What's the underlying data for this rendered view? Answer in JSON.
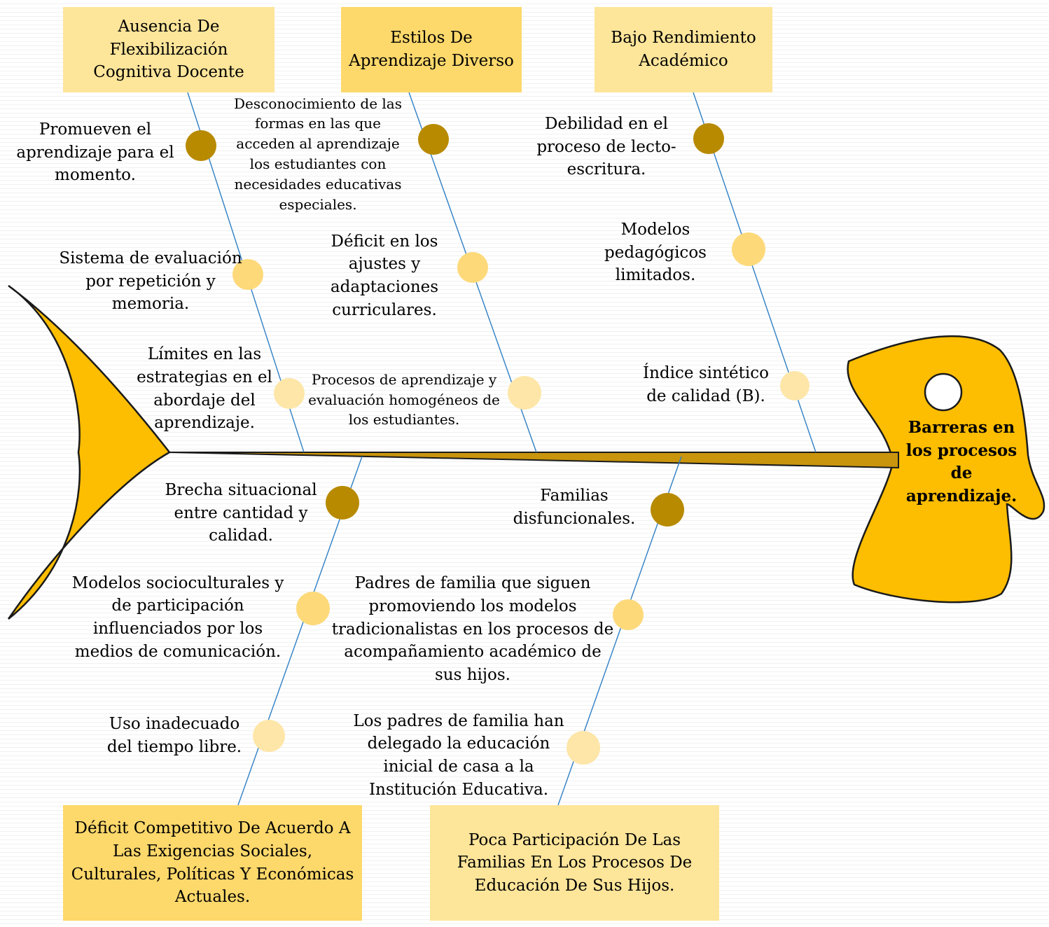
{
  "colors": {
    "fish_body": "#fdbd00",
    "spine": "#c9950d",
    "bone_line": "#2f7fc4",
    "dot_dark": "#b88a00",
    "dot_light": "#fdd97a",
    "dot_pale": "#fde6a8",
    "box_light": "#fde59a",
    "box_mid": "#fdd86b"
  },
  "head": {
    "label": "Barreras en los procesos de aprendizaje.",
    "eye_icon": "circle-eye-icon"
  },
  "categories": [
    {
      "id": "cat1",
      "label": "Ausencia De Flexibilización Cognitiva Docente"
    },
    {
      "id": "cat2",
      "label": "Estilos De Aprendizaje Diverso"
    },
    {
      "id": "cat3",
      "label": "Bajo Rendimiento Académico"
    },
    {
      "id": "cat4",
      "label": "Déficit Competitivo De Acuerdo A Las Exigencias Sociales, Culturales, Políticas Y Económicas Actuales."
    },
    {
      "id": "cat5",
      "label": "Poca Participación De Las Familias En Los Procesos De Educación De Sus Hijos."
    }
  ],
  "causes": [
    {
      "label": "Promueven el aprendizaje para el momento."
    },
    {
      "label": "Sistema de evaluación por repetición y memoria."
    },
    {
      "label": "Límites en las estrategias en el abordaje del aprendizaje."
    },
    {
      "label": "Desconocimiento de las formas en las que acceden al aprendizaje los estudiantes con necesidades educativas especiales."
    },
    {
      "label": "Déficit en los ajustes y adaptaciones curriculares."
    },
    {
      "label": "Procesos de aprendizaje y evaluación homogéneos de los estudiantes."
    },
    {
      "label": "Debilidad en el proceso de lecto-escritura."
    },
    {
      "label": "Modelos pedagógicos limitados."
    },
    {
      "label": "Índice sintético de calidad (B)."
    },
    {
      "label": "Brecha situacional entre cantidad y calidad."
    },
    {
      "label": "Modelos socioculturales y de participación influenciados por los medios de comunicación."
    },
    {
      "label": "Uso inadecuado del tiempo libre."
    },
    {
      "label": "Familias disfuncionales."
    },
    {
      "label": "Padres de familia que siguen promoviendo los modelos tradicionalistas en los procesos de acompañamiento académico de sus hijos."
    },
    {
      "label": "Los padres de familia han delegado la educación inicial de casa a la Institución Educativa."
    }
  ]
}
